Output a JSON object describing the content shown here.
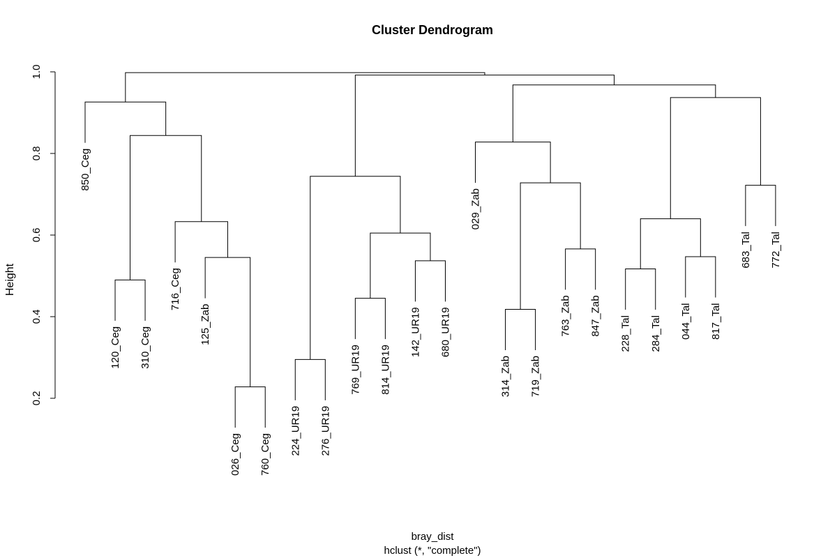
{
  "chart_data": {
    "type": "dendrogram",
    "title": "Cluster Dendrogram",
    "ylabel": "Height",
    "xlabel": "bray_dist",
    "sub": "hclust (*, \"complete\")",
    "ylim": [
      0.2,
      1.0
    ],
    "yticks": [
      0.2,
      0.4,
      0.6,
      0.8,
      1.0
    ],
    "ytick_labels": [
      "0.2",
      "0.4",
      "0.6",
      "0.8",
      "1.0"
    ],
    "leaves": [
      "850_Ceg",
      "120_Ceg",
      "310_Ceg",
      "716_Ceg",
      "125_Zab",
      "026_Ceg",
      "760_Ceg",
      "224_UR19",
      "276_UR19",
      "769_UR19",
      "814_UR19",
      "142_UR19",
      "680_UR19",
      "029_Zab",
      "314_Zab",
      "719_Zab",
      "763_Zab",
      "847_Zab",
      "228_Tal",
      "284_Tal",
      "044_Tal",
      "817_Tal",
      "683_Tal",
      "772_Tal"
    ],
    "merges": [
      {
        "id": "m1",
        "left": "026_Ceg",
        "right": "760_Ceg",
        "height": 0.228
      },
      {
        "id": "m2",
        "left": "224_UR19",
        "right": "276_UR19",
        "height": 0.295
      },
      {
        "id": "m3",
        "left": "314_Zab",
        "right": "719_Zab",
        "height": 0.418
      },
      {
        "id": "m4",
        "left": "769_UR19",
        "right": "814_UR19",
        "height": 0.445
      },
      {
        "id": "m5",
        "left": "120_Ceg",
        "right": "310_Ceg",
        "height": 0.49
      },
      {
        "id": "m6",
        "left": "228_Tal",
        "right": "284_Tal",
        "height": 0.517
      },
      {
        "id": "m7",
        "left": "142_UR19",
        "right": "680_UR19",
        "height": 0.537
      },
      {
        "id": "m8",
        "left": "125_Zab",
        "right": "m1",
        "height": 0.545
      },
      {
        "id": "m9",
        "left": "044_Tal",
        "right": "817_Tal",
        "height": 0.547
      },
      {
        "id": "m10",
        "left": "763_Zab",
        "right": "847_Zab",
        "height": 0.566
      },
      {
        "id": "m11",
        "left": "716_Ceg",
        "right": "m8",
        "height": 0.633
      },
      {
        "id": "m12",
        "left": "m6",
        "right": "m9",
        "height": 0.64
      },
      {
        "id": "m13",
        "left": "m4",
        "right": "m7",
        "height": 0.605
      },
      {
        "id": "m14",
        "left": "683_Tal",
        "right": "772_Tal",
        "height": 0.722
      },
      {
        "id": "m15",
        "left": "m3",
        "right": "m10",
        "height": 0.728
      },
      {
        "id": "m16",
        "left": "m2",
        "right": "m13",
        "height": 0.744
      },
      {
        "id": "m17",
        "left": "029_Zab",
        "right": "m15",
        "height": 0.828
      },
      {
        "id": "m18",
        "left": "m5",
        "right": "m11",
        "height": 0.844
      },
      {
        "id": "m19",
        "left": "850_Ceg",
        "right": "m18",
        "height": 0.926
      },
      {
        "id": "m20",
        "left": "m12",
        "right": "m14",
        "height": 0.937
      },
      {
        "id": "m21",
        "left": "m17",
        "right": "m20",
        "height": 0.968
      },
      {
        "id": "m22",
        "left": "m16",
        "right": "m21",
        "height": 0.992
      },
      {
        "id": "m23",
        "left": "m19",
        "right": "m22",
        "height": 0.998
      }
    ]
  }
}
